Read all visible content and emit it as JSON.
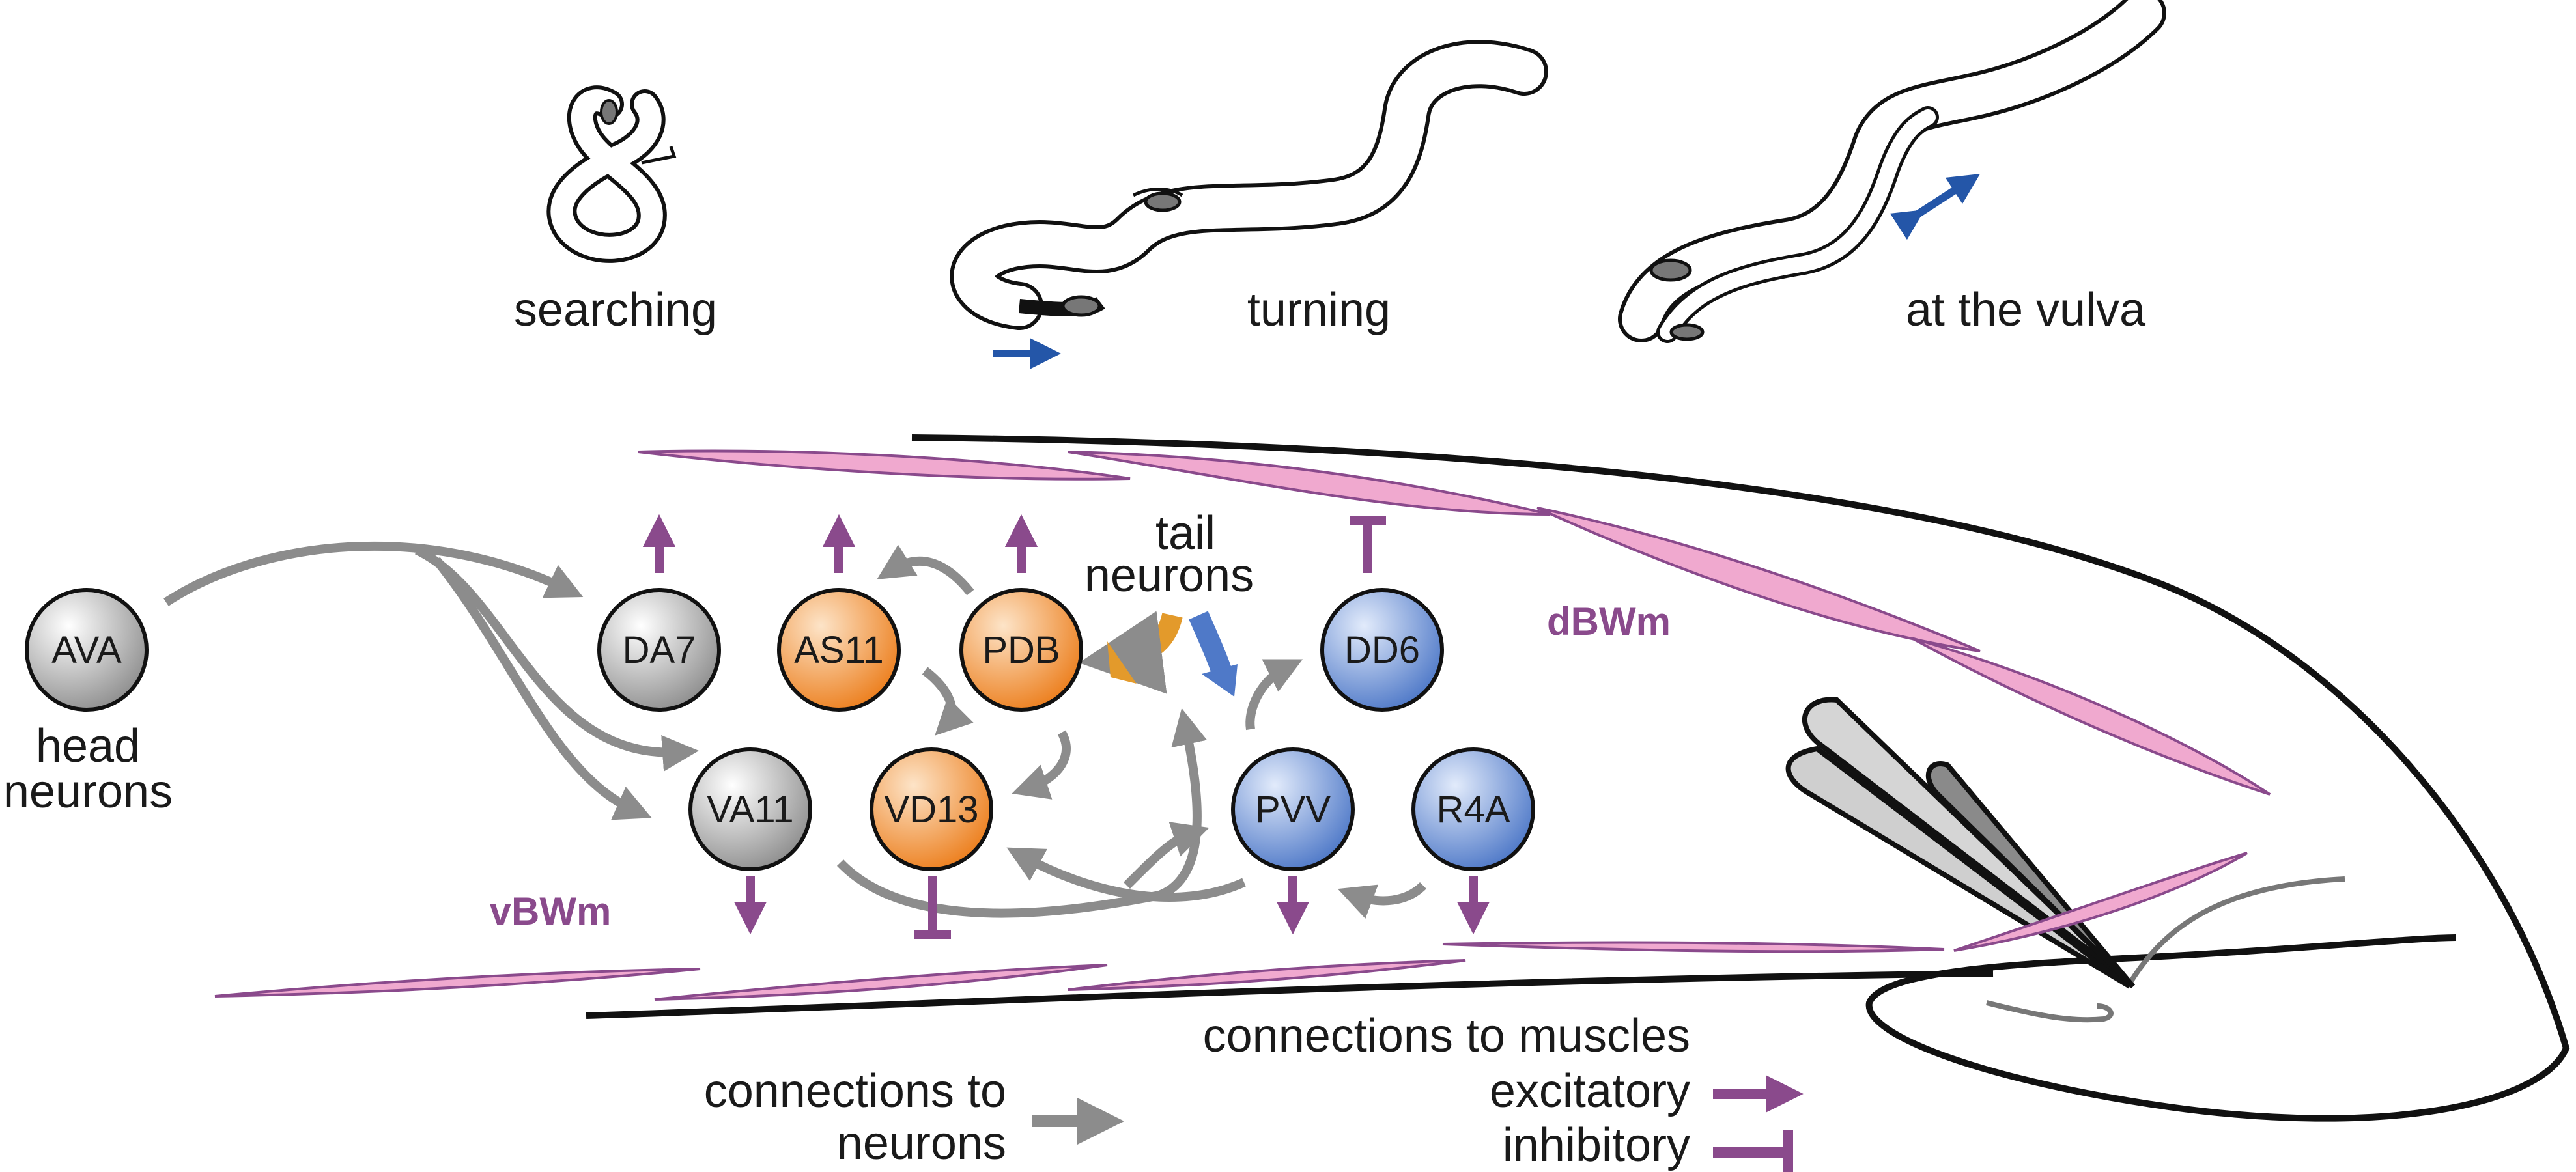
{
  "behaviors": {
    "searching": "searching",
    "turning": "turning",
    "at_vulva": "at the vulva"
  },
  "head_label": {
    "line1": "head",
    "line2": "neurons"
  },
  "tail_label": {
    "line1": "tail",
    "line2": "neurons"
  },
  "neurons": {
    "ava": "AVA",
    "da7": "DA7",
    "as11": "AS11",
    "pdb": "PDB",
    "dd6": "DD6",
    "va11": "VA11",
    "vd13": "VD13",
    "pvv": "PVV",
    "r4a": "R4A"
  },
  "muscles": {
    "dorsal": "dBWm",
    "ventral": "vBWm"
  },
  "legend": {
    "neurons_line1": "connections to",
    "neurons_line2": "neurons",
    "muscles_title": "connections to muscles",
    "excitatory": "excitatory",
    "inhibitory": "inhibitory"
  },
  "colors": {
    "gray_neuron": "#9c9c9c",
    "orange_neuron": "#ee8a2d",
    "blue_neuron": "#5f84cc",
    "arrow_gray": "#8c8c8c",
    "muscle_purple": "#8a4a8c",
    "muscle_pink": "#f0a9cf",
    "movement_blue": "#2456a8",
    "tail_orange": "#e39a2b",
    "tail_blue": "#4f79c8"
  }
}
